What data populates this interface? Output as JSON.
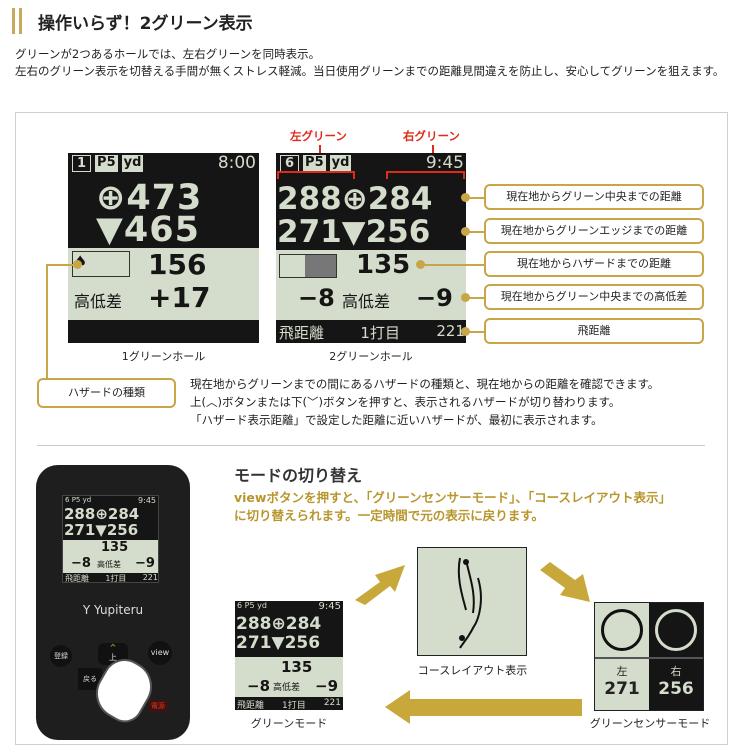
{
  "header": {
    "title": "操作いらず！2グリーン表示"
  },
  "intro": {
    "line1": "グリーンが2つあるホールでは、左右グリーンを同時表示。",
    "line2": "左右のグリーン表示を切替える手間が無くストレス軽減。当日使用グリーンまでの距離見間違えを防止し、安心してグリーンを狙えます。"
  },
  "screen1": {
    "hole": "1",
    "par": "P5",
    "unit": "yd",
    "time": "8:00",
    "center": "473",
    "edge": "465",
    "hazard": "156",
    "elev_label": "高低差",
    "elev": "+17",
    "caption": "1グリーンホール"
  },
  "screen2": {
    "hole": "6",
    "par": "P5",
    "unit": "yd",
    "time": "9:45",
    "left_center": "288",
    "right_center": "284",
    "left_edge": "271",
    "right_edge": "256",
    "hazard": "135",
    "left_elev": "−8",
    "elev_label": "高低差",
    "right_elev": "−9",
    "shot_label": "飛距離",
    "shot_num": "1打目",
    "shot_dist": "221",
    "caption": "2グリーンホール",
    "left_label": "左グリーン",
    "right_label": "右グリーン"
  },
  "callouts": [
    "現在地からグリーン中央までの距離",
    "現在地からグリーンエッジまでの距離",
    "現在地からハザードまでの距離",
    "現在地からグリーン中央までの高低差",
    "飛距離"
  ],
  "hazard_type": {
    "label": "ハザードの種類",
    "desc": [
      "現在地からグリーンまでの間にあるハザードの種類と、現在地からの距離を確認できます。",
      "上(︿)ボタンまたは下(﹀)ボタンを押すと、表示されるハザードが切り替わります。",
      "「ハザード表示距離」で設定した距離に近いハザードが、最初に表示されます。"
    ]
  },
  "device": {
    "brand": "Yupiteru",
    "btn_register": "登録",
    "btn_view": "view",
    "btn_back": "戻る",
    "btn_up": "上",
    "btn_power": "電源"
  },
  "mode": {
    "title": "モードの切り替え",
    "text1": "viewボタンを押すと、「グリーンセンサーモード」、「コースレイアウト表示」",
    "text2": "に切り替えられます。一定時間で元の表示に戻ります。",
    "green_mode": "グリーンモード",
    "course_layout": "コースレイアウト表示",
    "sensor_mode": "グリーンセンサーモード",
    "sensor_left": "左",
    "sensor_right": "右",
    "sensor_left_val": "271",
    "sensor_right_val": "256"
  },
  "colors": {
    "gold": "#c8a546",
    "red": "#e02a1a",
    "lcd": "#d4dccb"
  }
}
